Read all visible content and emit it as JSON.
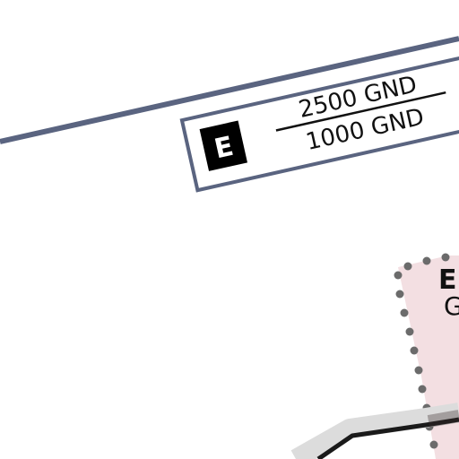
{
  "airspace_box": {
    "class_letter": "E",
    "ceiling": "2500 GND",
    "floor": "1000 GND"
  },
  "zone_label": {
    "letter": "E",
    "sub": "G"
  },
  "colors": {
    "boundary_line": "#5a6480",
    "box_border": "#5a6480",
    "class_badge": "#000000",
    "zone_fill": "#f3dfe2",
    "zone_dots": "#6b6b6b",
    "road_halo": "#dcdcdc",
    "road_line": "#1a1a1a"
  }
}
